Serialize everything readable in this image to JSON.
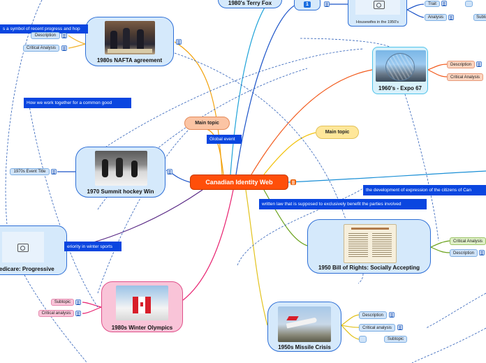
{
  "central": {
    "title": "Canadian Identity Web"
  },
  "main_topics": [
    "Main topic",
    "Main topic"
  ],
  "nodes": {
    "terry_fox": "1980's Terry Fox",
    "nafta": "1980s NAFTA agreement",
    "hockey": "1970 Summit hockey Win",
    "medicare": "edicare: Progressive",
    "olympics": "1980s Winter Olympics",
    "expo": "1960's - Expo 67",
    "housewives": "Housewifes in the 1950's",
    "bill_of_rights": "1950 Bill of Rights: Socially Accepting",
    "missile": "1950s Missile Crisis",
    "numbered_badge": "1"
  },
  "notes": {
    "progress": "s a symbol of recent progress and hop",
    "common_good": "How we work together for a common good",
    "global_event": "Global event",
    "winter_sports": "eriority in winter sports",
    "citizens": "the development of expression of the citizens of Can",
    "written_law": "written law that is supposed to exclusively benefit the parties involved"
  },
  "subtopics": {
    "nafta_description": "Description",
    "nafta_critical": "Critical Analysis",
    "hockey_event_title": "1970s Event Title",
    "olympics_subtopic": "Subtopic",
    "olympics_critical": "Critical analysis",
    "expo_description": "Description",
    "expo_critical": "Critical Analysis",
    "housewives_trait": "Trait",
    "housewives_analysis": "Analysis",
    "housewives_sub": "Subto",
    "bill_critical": "Critical Analysis",
    "bill_description": "Description",
    "missile_description": "Description",
    "missile_critical": "Critical analysis",
    "missile_subtopic": "Subtopic"
  },
  "colors": {
    "central_fill": "#ff4f0a",
    "main_topic_orange": "#fbc4a4",
    "main_topic_yellow": "#ffe79a",
    "node_fill": "#d5e9fb",
    "node_border": "#2e6fd6",
    "note_fill": "#0a46e0",
    "olympics_fill": "#f9c4d8",
    "olympics_border": "#e0508a"
  }
}
